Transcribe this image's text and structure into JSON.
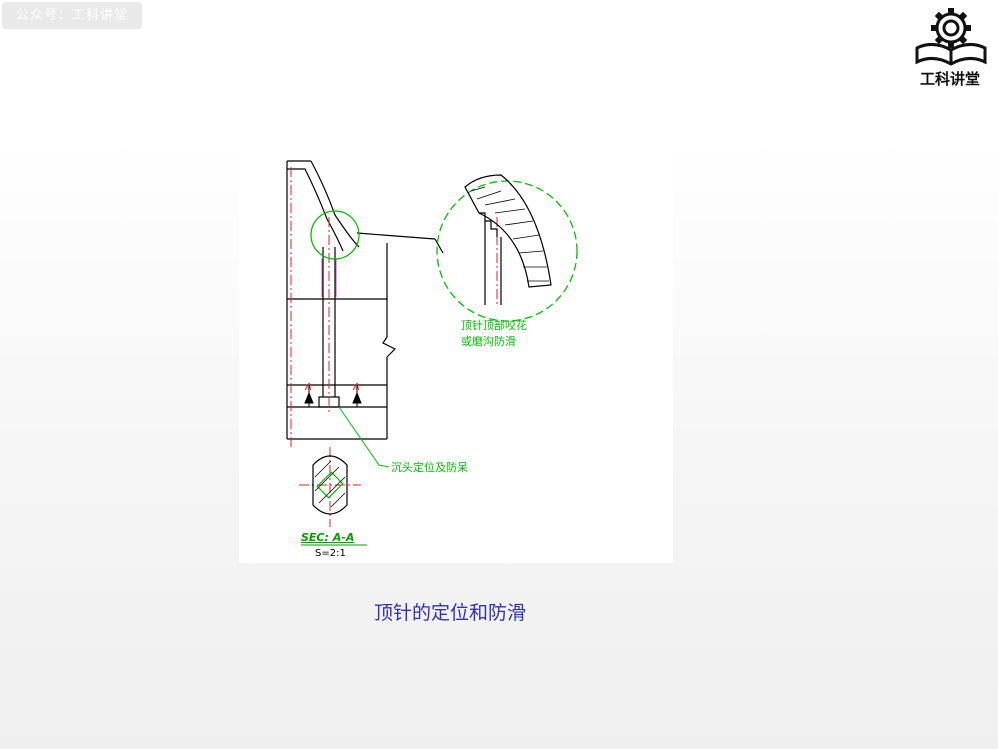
{
  "watermark": {
    "text": "公众号：工科讲堂"
  },
  "logo": {
    "text": "工科讲堂",
    "icon": "gear-book-icon"
  },
  "diagram": {
    "callout_note_line1": "顶针顶部咬花",
    "callout_note_line2": "或磨沟防滑",
    "positioning_note": "沉头定位及防呆",
    "section_title": "SEC: A-A",
    "section_scale": "S=2:1",
    "section_marker_left": "A",
    "section_marker_right": "A"
  },
  "caption": {
    "text": "顶针的定位和防滑"
  },
  "colors": {
    "line": "#000000",
    "center": "#e02020",
    "note": "#00c000",
    "magenta": "#c050c0",
    "caption": "#3030b8"
  }
}
